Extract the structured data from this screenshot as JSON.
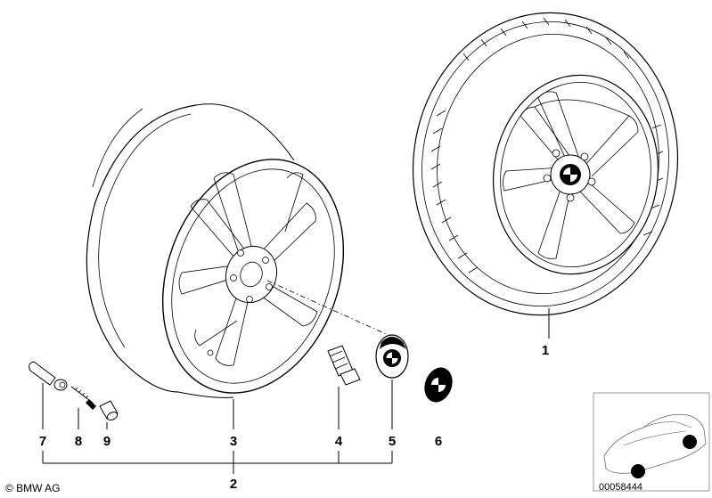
{
  "part_numbers": [
    "1",
    "2",
    "3",
    "4",
    "5",
    "6",
    "7",
    "8",
    "9"
  ],
  "footer": {
    "copyright": "© BMW AG"
  },
  "reference_number": "00058444"
}
